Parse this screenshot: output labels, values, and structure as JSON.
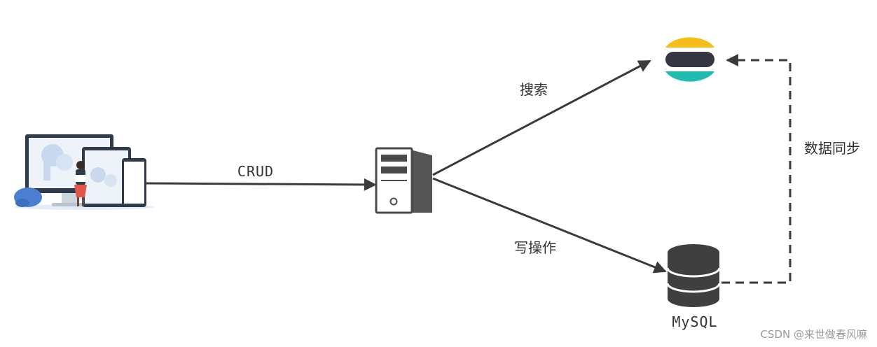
{
  "labels": {
    "crud": "CRUD",
    "search": "搜索",
    "write": "写操作",
    "sync": "数据同步",
    "mysql": "MySQL"
  },
  "watermark": "CSDN @来世做春风嘛",
  "icons": {
    "client": "devices-with-person-icon",
    "server": "server-tower-icon",
    "elasticsearch": "elasticsearch-logo-icon",
    "database": "database-icon"
  },
  "colors": {
    "arrow": "#3a3a3a",
    "server_body": "#4a4a4a",
    "es_yellow": "#f4bd19",
    "es_dark": "#343741",
    "es_teal": "#1fbcb2",
    "db": "#3f3f3f",
    "client_blue": "#4a7fd1"
  }
}
